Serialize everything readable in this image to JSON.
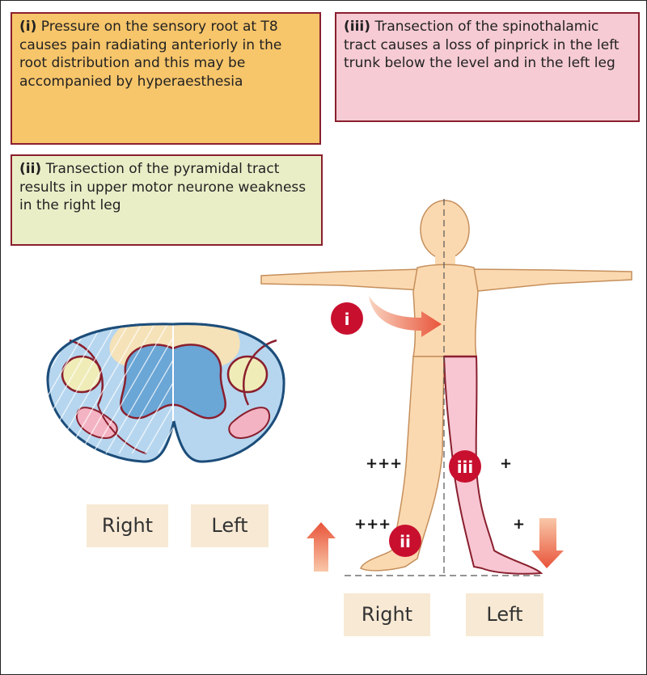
{
  "box_i": {
    "numeral": "(i)",
    "text": "Pressure on the sensory root at T8 causes pain radiating anteriorly in the root distribution and this may be accompanied by hyperaesthesia",
    "color": "#f7c56a"
  },
  "box_ii": {
    "numeral": "(ii)",
    "text": "Transection of the pyramidal tract results in upper motor neurone  weakness in the right leg",
    "color": "#eaeec7"
  },
  "box_iii": {
    "numeral": "(iii)",
    "text": "Transection of the spinothalamic tract causes a loss of pinprick in the left trunk below the level and in the left leg",
    "color": "#f6cbd4"
  },
  "cross_section": {
    "right_label": "Right",
    "left_label": "Left"
  },
  "body": {
    "right_label": "Right",
    "left_label": "Left"
  },
  "markers": {
    "i": "i",
    "ii": "ii",
    "iii": "iii"
  },
  "severity": {
    "right_upper": "+++",
    "right_lower": "+++",
    "left_upper": "+",
    "left_lower": "+"
  },
  "colors": {
    "border": "#8a1f2e",
    "marker": "#c8102e",
    "skin": "#fbd9b0",
    "lesion_leg": "#f7c6d2",
    "arrow": "#e8543a",
    "cord_blue": "#b6d6ef",
    "cord_dark_blue": "#6aa6d6"
  }
}
